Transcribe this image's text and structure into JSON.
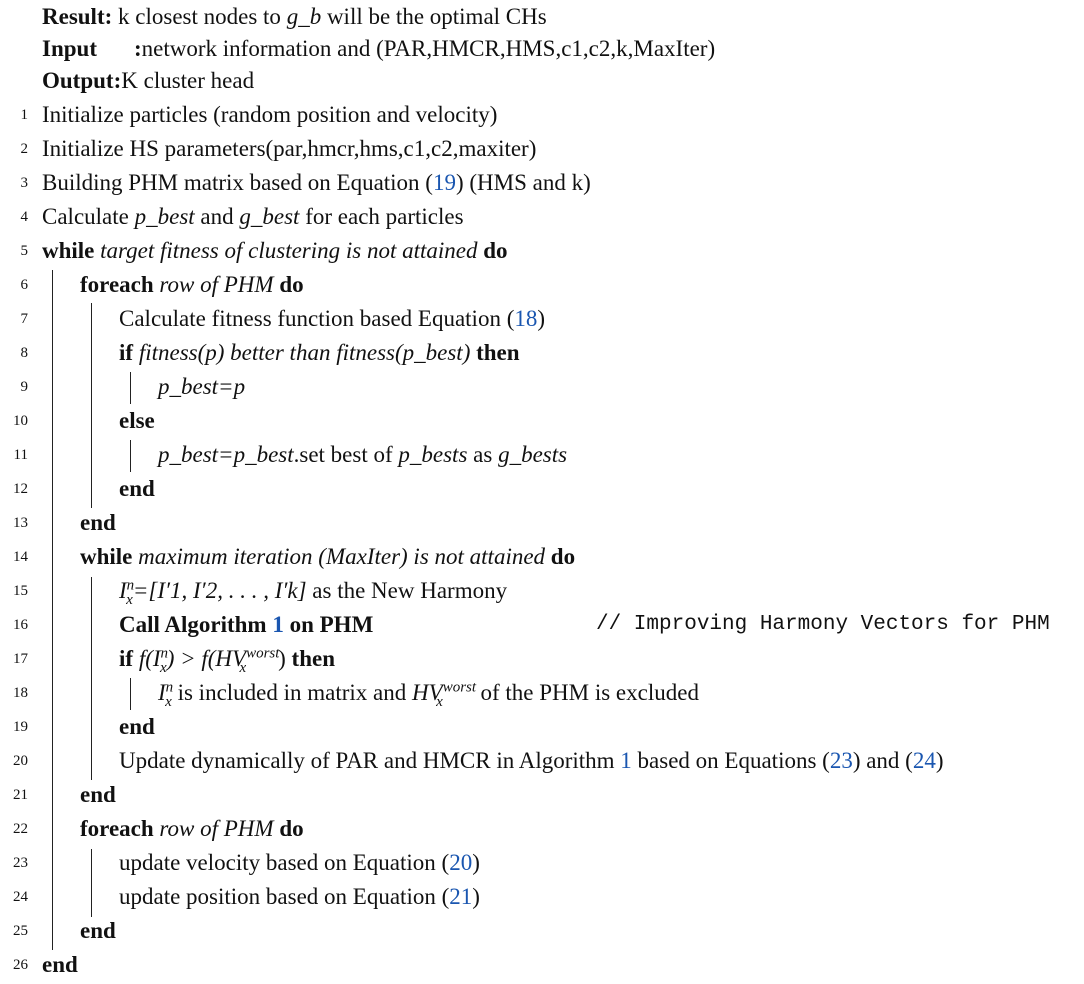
{
  "header": {
    "result_label": "Result:",
    "result_text_pre": "k closest nodes to ",
    "result_var": "g_b",
    "result_text_post": " will be the optimal CHs",
    "input_label": "Input",
    "input_colon": ":",
    "input_text": "network information and (PAR,HMCR,HMS,c1,c2,k,MaxIter)",
    "output_label": "Output:",
    "output_text": "K cluster head"
  },
  "line_numbers": [
    "1",
    "2",
    "3",
    "4",
    "5",
    "6",
    "7",
    "8",
    "9",
    "10",
    "11",
    "12",
    "13",
    "14",
    "15",
    "16",
    "17",
    "18",
    "19",
    "20",
    "21",
    "22",
    "23",
    "24",
    "25",
    "26"
  ],
  "lines": {
    "l1": "Initialize particles (random position and velocity)",
    "l2": "Initialize HS parameters(par,hmcr,hms,c1,c2,maxiter)",
    "l3_pre": "Building PHM matrix based on Equation (",
    "l3_ref": "19",
    "l3_post": ") (HMS and k)",
    "l4_a": "Calculate ",
    "l4_b": "p_best",
    "l4_c": " and ",
    "l4_d": "g_best",
    "l4_e": " for each particles",
    "l5_kw": "while",
    "l5_cond": "target fitness of clustering is not attained",
    "l5_do": "do",
    "l6_kw": "foreach",
    "l6_cond": "row of PHM",
    "l6_do": "do",
    "l7_pre": "Calculate fitness function based Equation (",
    "l7_ref": "18",
    "l7_post": ")",
    "l8_kw": "if",
    "l8_cond": "fitness(p) better than fitness(p_best)",
    "l8_then": "then",
    "l9": "p_best=p",
    "l10": "else",
    "l11_a": "p_best=p_best",
    "l11_b": ".set best of ",
    "l11_c": "p_bests",
    "l11_d": " as ",
    "l11_e": "g_bests",
    "l12": "end",
    "l13": "end",
    "l14_kw": "while",
    "l14_cond": "maximum iteration (MaxIter) is not attained",
    "l14_do": "do",
    "l15_I": "I",
    "l15_sup": "n",
    "l15_sub": "x",
    "l15_rest": "=[I′1, I′2, . . . , I′k]",
    "l15_post": " as the New Harmony",
    "l16_a": "Call Algorithm ",
    "l16_ref": "1",
    "l16_b": " on PHM",
    "l16_comment": "// Improving Harmony Vectors for PHM",
    "l17_kw": "if",
    "l17_expr": "f(I",
    "l17_sup": "n",
    "l17_sub": "x",
    "l17_mid": ") > f(HV",
    "l17_sup2": "worst",
    "l17_sub2": "x",
    "l17_close": ")",
    "l17_then": "then",
    "l18_I": "I",
    "l18_sup": "n",
    "l18_sub": "x",
    "l18_mid": " is included in matrix and ",
    "l18_HV": "HV",
    "l18_sup2": "worst",
    "l18_sub2": "x",
    "l18_post": " of the PHM is excluded",
    "l19": "end",
    "l20_a": "Update dynamically of PAR and HMCR in Algorithm ",
    "l20_ref1": "1",
    "l20_b": " based on Equations (",
    "l20_ref2": "23",
    "l20_c": ") and (",
    "l20_ref3": "24",
    "l20_d": ")",
    "l21": "end",
    "l22_kw": "foreach",
    "l22_cond": "row of PHM",
    "l22_do": "do",
    "l23_pre": "update velocity based on Equation (",
    "l23_ref": "20",
    "l23_post": ")",
    "l24_pre": "update position based on Equation (",
    "l24_ref": "21",
    "l24_post": ")",
    "l25": "end",
    "l26": "end"
  }
}
